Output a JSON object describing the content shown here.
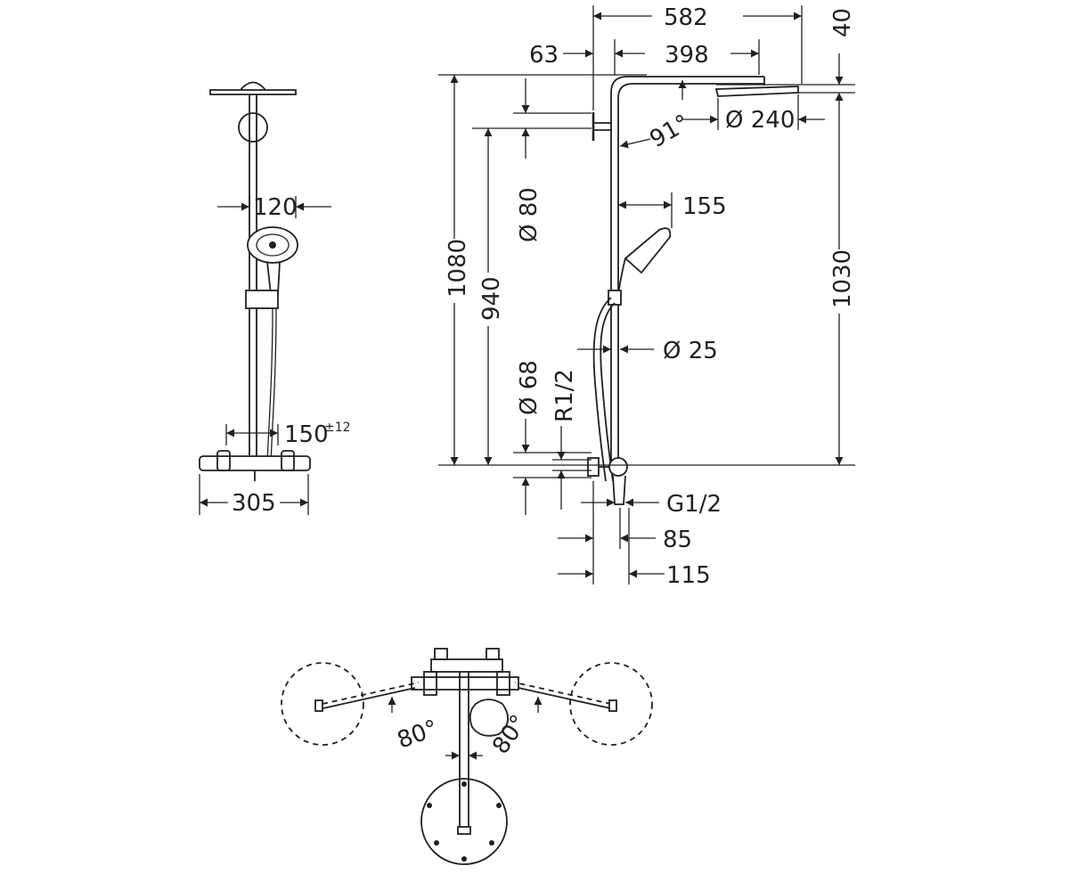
{
  "front_view": {
    "width_label": "305",
    "rail_label": "120",
    "spacing_label": "150",
    "spacing_tolerance": "±12"
  },
  "side_view": {
    "total_width": "582",
    "wall_offset": "63",
    "arm_length": "398",
    "head_thickness": "40",
    "head_diameter": "Ø 240",
    "arm_angle": "91°",
    "total_height": "1080",
    "head_height": "1030",
    "bracket_height": "940",
    "bracket_diameter": "Ø 80",
    "hand_shower_offset": "155",
    "pipe_diameter": "Ø 25",
    "escutcheon_diameter": "Ø 68",
    "inlet_thread": "R1/2",
    "outlet_thread": "G1/2",
    "depth_85": "85",
    "depth_115": "115"
  },
  "top_view": {
    "swivel_left": "80°",
    "swivel_right": "80°"
  },
  "colors": {
    "line": "#231f20",
    "background": "#ffffff"
  }
}
